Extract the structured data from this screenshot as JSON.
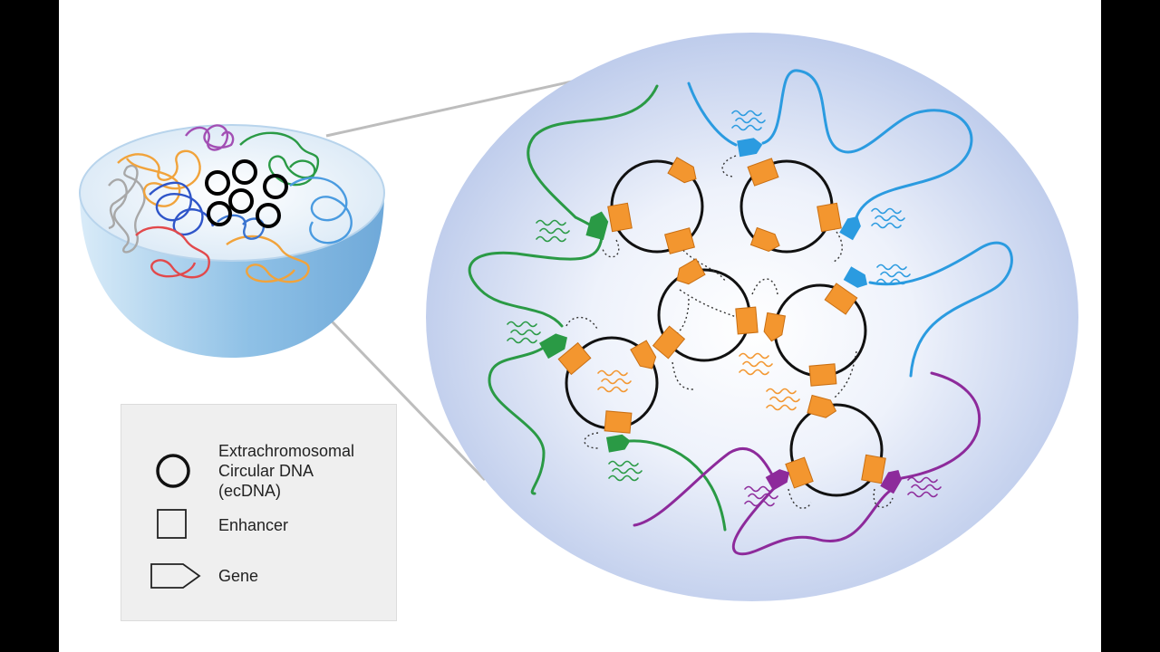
{
  "legend": {
    "ecdna_line1": "Extrachromosomal",
    "ecdna_line2": "Circular DNA",
    "ecdna_line3": "(ecDNA)",
    "enhancer": "Enhancer",
    "gene": "Gene"
  },
  "colors": {
    "enhancer": "#f3962f",
    "green": "#2a9a45",
    "blue": "#2b9be0",
    "purple": "#8d2a9b",
    "orange_chromatin": "#f1a33b",
    "red": "#e2494c",
    "grey": "#a8a8a8",
    "nucleus": "#c5d3ee"
  }
}
